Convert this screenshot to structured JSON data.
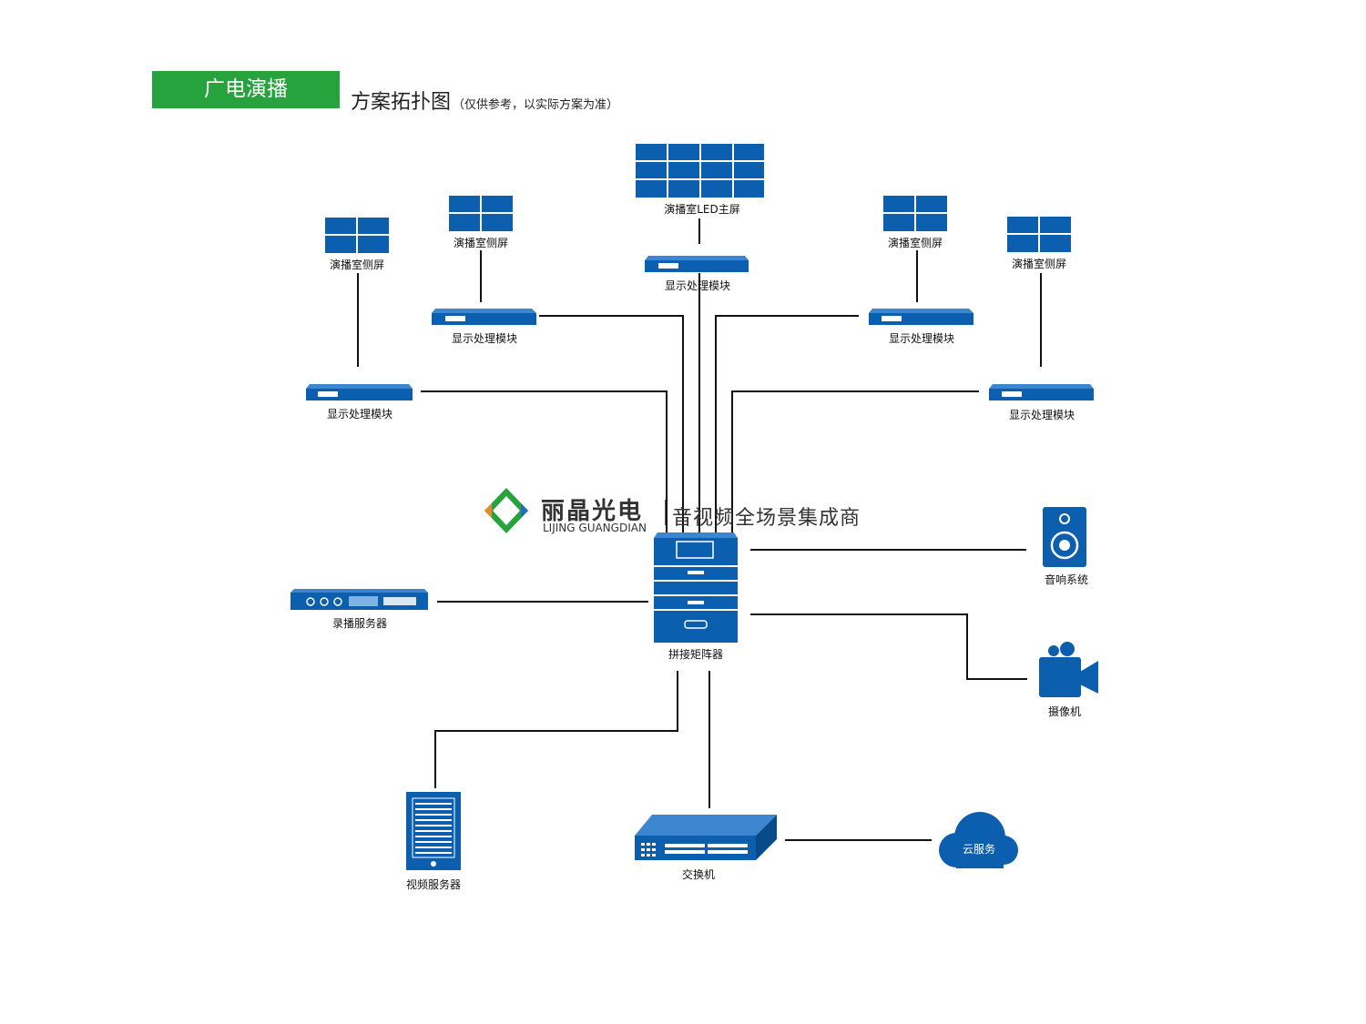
{
  "header": {
    "badge": "广电演播",
    "title": "方案拓扑图",
    "note": "（仅供参考，以实际方案为准）"
  },
  "colors": {
    "green": "#27a33d",
    "blue": "#0b5fae",
    "line": "#111111"
  },
  "brand": {
    "name_zh": "丽晶光电",
    "name_en": "LIJING GUANGDIAN",
    "slogan": "音视频全场景集成商"
  },
  "nodes": {
    "led_main": "演播室LED主屏",
    "side_screen_1": "演播室侧屏",
    "side_screen_2": "演播室侧屏",
    "side_screen_3": "演播室侧屏",
    "side_screen_4": "演播室侧屏",
    "proc_center": "显示处理模块",
    "proc_left_upper": "显示处理模块",
    "proc_left_lower": "显示处理模块",
    "proc_right_upper": "显示处理模块",
    "proc_right_lower": "显示处理模块",
    "matrix": "拼接矩阵器",
    "recorder": "录播服务器",
    "audio": "音响系统",
    "camera": "摄像机",
    "video_server": "视频服务器",
    "switch": "交换机",
    "cloud": "云服务"
  }
}
